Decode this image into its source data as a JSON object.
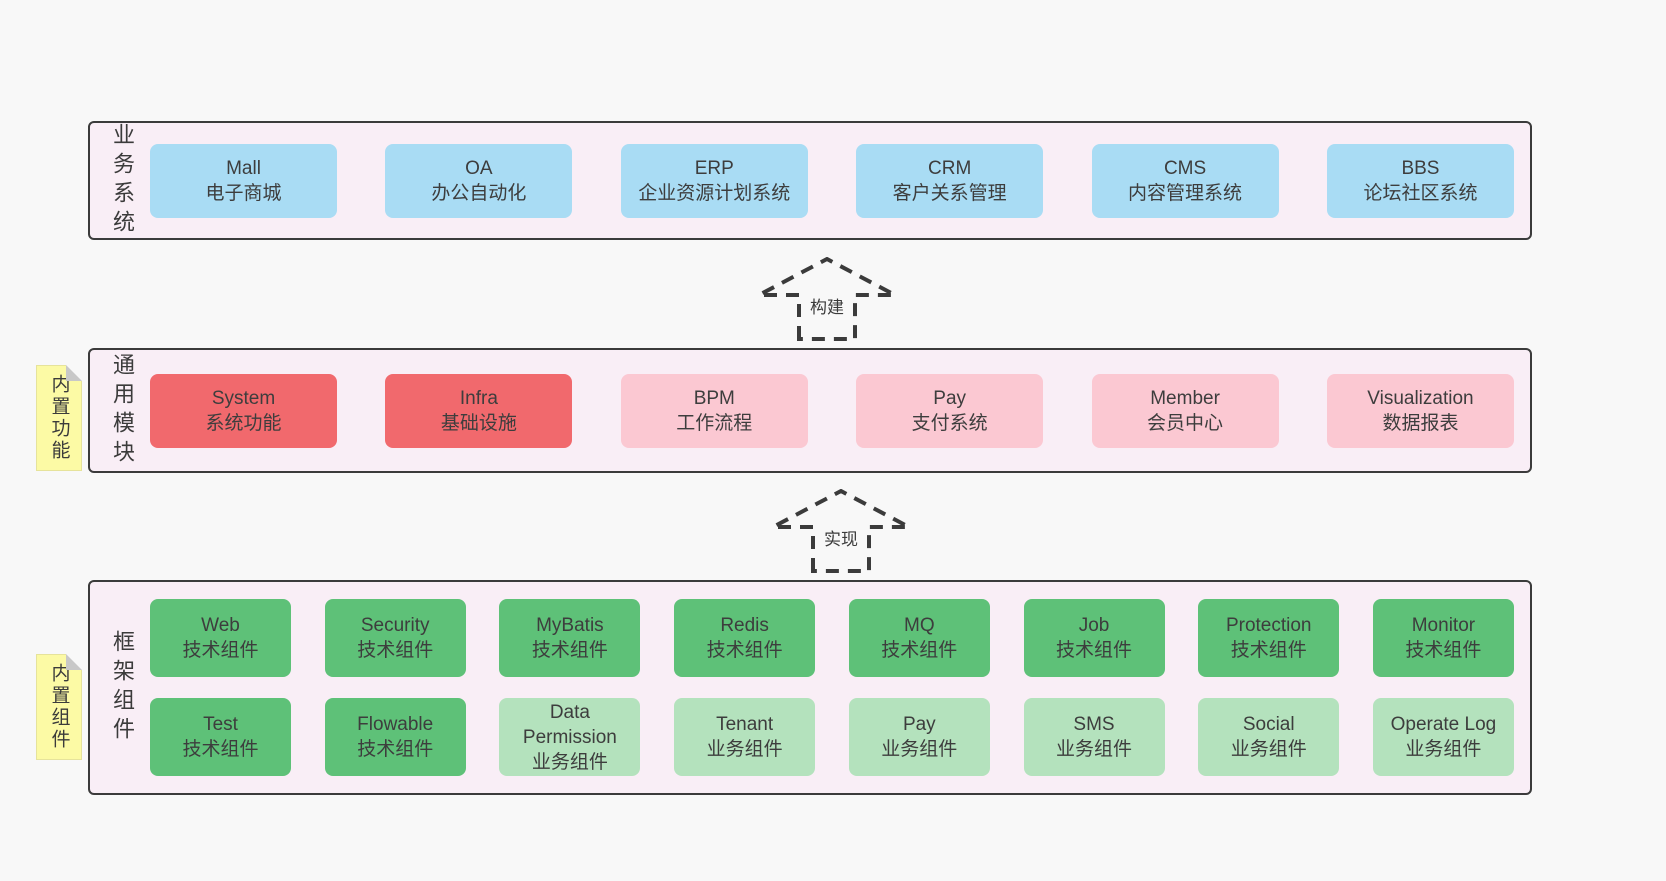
{
  "colors": {
    "page_bg": "#f8f8f8",
    "layer_bg": "#f9eef6",
    "layer_border": "#3b3b3b",
    "line": "#3b3b3b",
    "text": "#3d3d3d",
    "blue": "#a9dcf4",
    "red": "#f1696d",
    "pink": "#fbc8d2",
    "green": "#5ec178",
    "green_light": "#b4e2bd",
    "note_bg": "#fcfaa5",
    "note_fold": "#c8c8c8"
  },
  "arrows": [
    {
      "label": "构建"
    },
    {
      "label": "实现"
    }
  ],
  "layers": [
    {
      "label": "业务系统",
      "boxes": [
        {
          "title": "Mall",
          "subtitle": "电子商城",
          "variant": "blue"
        },
        {
          "title": "OA",
          "subtitle": "办公自动化",
          "variant": "blue"
        },
        {
          "title": "ERP",
          "subtitle": "企业资源计划系统",
          "variant": "blue"
        },
        {
          "title": "CRM",
          "subtitle": "客户关系管理",
          "variant": "blue"
        },
        {
          "title": "CMS",
          "subtitle": "内容管理系统",
          "variant": "blue"
        },
        {
          "title": "BBS",
          "subtitle": "论坛社区系统",
          "variant": "blue"
        }
      ]
    },
    {
      "label": "通用模块",
      "note": "内置功能",
      "boxes": [
        {
          "title": "System",
          "subtitle": "系统功能",
          "variant": "red"
        },
        {
          "title": "Infra",
          "subtitle": "基础设施",
          "variant": "red"
        },
        {
          "title": "BPM",
          "subtitle": "工作流程",
          "variant": "pink"
        },
        {
          "title": "Pay",
          "subtitle": "支付系统",
          "variant": "pink"
        },
        {
          "title": "Member",
          "subtitle": "会员中心",
          "variant": "pink"
        },
        {
          "title": "Visualization",
          "subtitle": "数据报表",
          "variant": "pink"
        }
      ]
    },
    {
      "label": "框架组件",
      "note": "内置组件",
      "rows": [
        [
          {
            "title": "Web",
            "subtitle": "技术组件",
            "variant": "green"
          },
          {
            "title": "Security",
            "subtitle": "技术组件",
            "variant": "green"
          },
          {
            "title": "MyBatis",
            "subtitle": "技术组件",
            "variant": "green"
          },
          {
            "title": "Redis",
            "subtitle": "技术组件",
            "variant": "green"
          },
          {
            "title": "MQ",
            "subtitle": "技术组件",
            "variant": "green"
          },
          {
            "title": "Job",
            "subtitle": "技术组件",
            "variant": "green"
          },
          {
            "title": "Protection",
            "subtitle": "技术组件",
            "variant": "green"
          },
          {
            "title": "Monitor",
            "subtitle": "技术组件",
            "variant": "green"
          }
        ],
        [
          {
            "title": "Test",
            "subtitle": "技术组件",
            "variant": "green"
          },
          {
            "title": "Flowable",
            "subtitle": "技术组件",
            "variant": "green"
          },
          {
            "title": "Data Permission",
            "subtitle": "业务组件",
            "variant": "green_light"
          },
          {
            "title": "Tenant",
            "subtitle": "业务组件",
            "variant": "green_light"
          },
          {
            "title": "Pay",
            "subtitle": "业务组件",
            "variant": "green_light"
          },
          {
            "title": "SMS",
            "subtitle": "业务组件",
            "variant": "green_light"
          },
          {
            "title": "Social",
            "subtitle": "业务组件",
            "variant": "green_light"
          },
          {
            "title": "Operate Log",
            "subtitle": "业务组件",
            "variant": "green_light"
          }
        ]
      ]
    }
  ]
}
